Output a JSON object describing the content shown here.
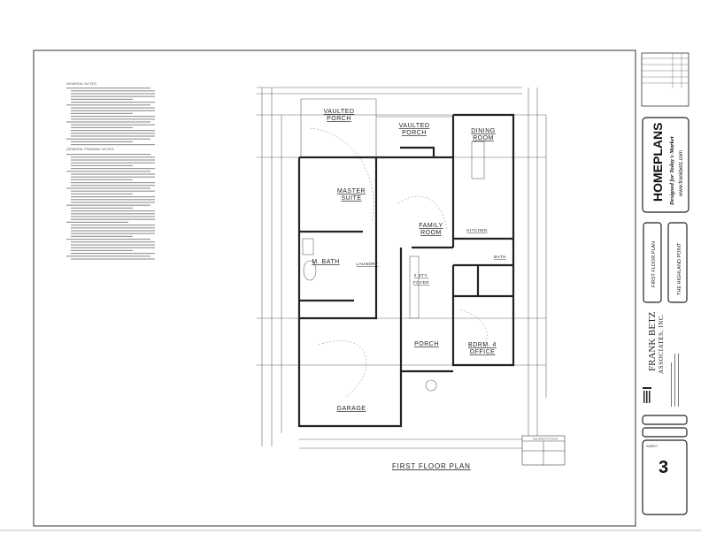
{
  "notes": {
    "general_title": "GENERAL NOTES",
    "framing_title": "GENERAL FRAMING NOTES"
  },
  "plan": {
    "title": "FIRST FLOOR PLAN",
    "rooms": [
      {
        "id": "vaulted-porch-left",
        "line1": "VAULTED",
        "line2": "PORCH"
      },
      {
        "id": "vaulted-porch-center",
        "line1": "VAULTED",
        "line2": "PORCH"
      },
      {
        "id": "dining-room",
        "line1": "DINING",
        "line2": "ROOM"
      },
      {
        "id": "master-suite",
        "line1": "MASTER",
        "line2": "SUITE"
      },
      {
        "id": "family-room",
        "line1": "FAMILY",
        "line2": "ROOM"
      },
      {
        "id": "kitchen",
        "line1": "KITCHEN",
        "line2": ""
      },
      {
        "id": "master-bath",
        "line1": "M. BATH",
        "line2": ""
      },
      {
        "id": "laundry",
        "line1": "LAUNDRY",
        "line2": ""
      },
      {
        "id": "foyer",
        "line1": "2 STY.",
        "line2": "FOYER"
      },
      {
        "id": "bath",
        "line1": "BATH",
        "line2": ""
      },
      {
        "id": "porch",
        "line1": "PORCH",
        "line2": ""
      },
      {
        "id": "bedroom-4",
        "line1": "BDRM. 4",
        "line2": "OFFICE"
      },
      {
        "id": "garage",
        "line1": "GARAGE",
        "line2": ""
      }
    ],
    "square_footage_title": "SQUARE FOOTAGE"
  },
  "title_block": {
    "brand": "HOMEPLANS",
    "tagline": "Designed for Today's Market",
    "website": "www.frankbetz.com",
    "sheet_title": "FIRST FLOOR PLAN",
    "plan_name": "THE HIGHLAND POINT",
    "firm_line1": "FRANK BETZ",
    "firm_line2": "ASSOCIATES, INC.",
    "sheet_label": "SHEET",
    "sheet_number": "3"
  }
}
